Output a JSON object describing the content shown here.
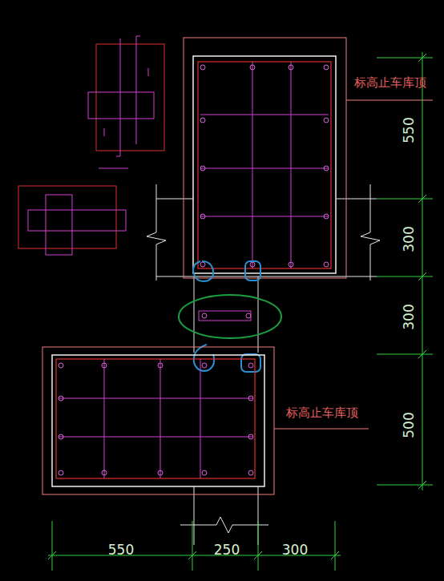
{
  "diagram": {
    "labels": [
      "标高止车库顶",
      "550",
      "300",
      "300",
      "标高止车库顶",
      "500",
      "550",
      "250",
      "300"
    ]
  }
}
